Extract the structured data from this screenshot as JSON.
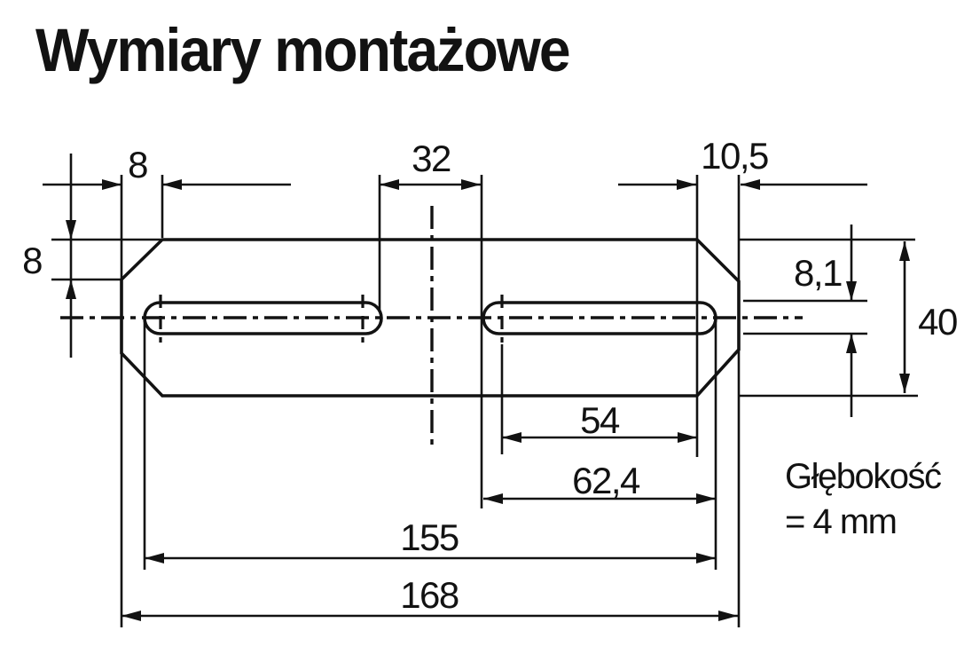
{
  "title": "Wymiary montażowe",
  "colors": {
    "ink": "#121212",
    "background": "#ffffff"
  },
  "drawing": {
    "dimensions": {
      "top_chamfer_width": "8",
      "slot_gap": "32",
      "right_edge_offset": "10,5",
      "left_chamfer_height": "8",
      "slot_width": "8,1",
      "plate_height": "40",
      "right_slot_center_distance": "54",
      "right_slot_length": "62,4",
      "slots_outer_span": "155",
      "plate_length": "168"
    },
    "depth_note": {
      "line1": "Głębokość",
      "line2": "= 4 mm"
    }
  }
}
